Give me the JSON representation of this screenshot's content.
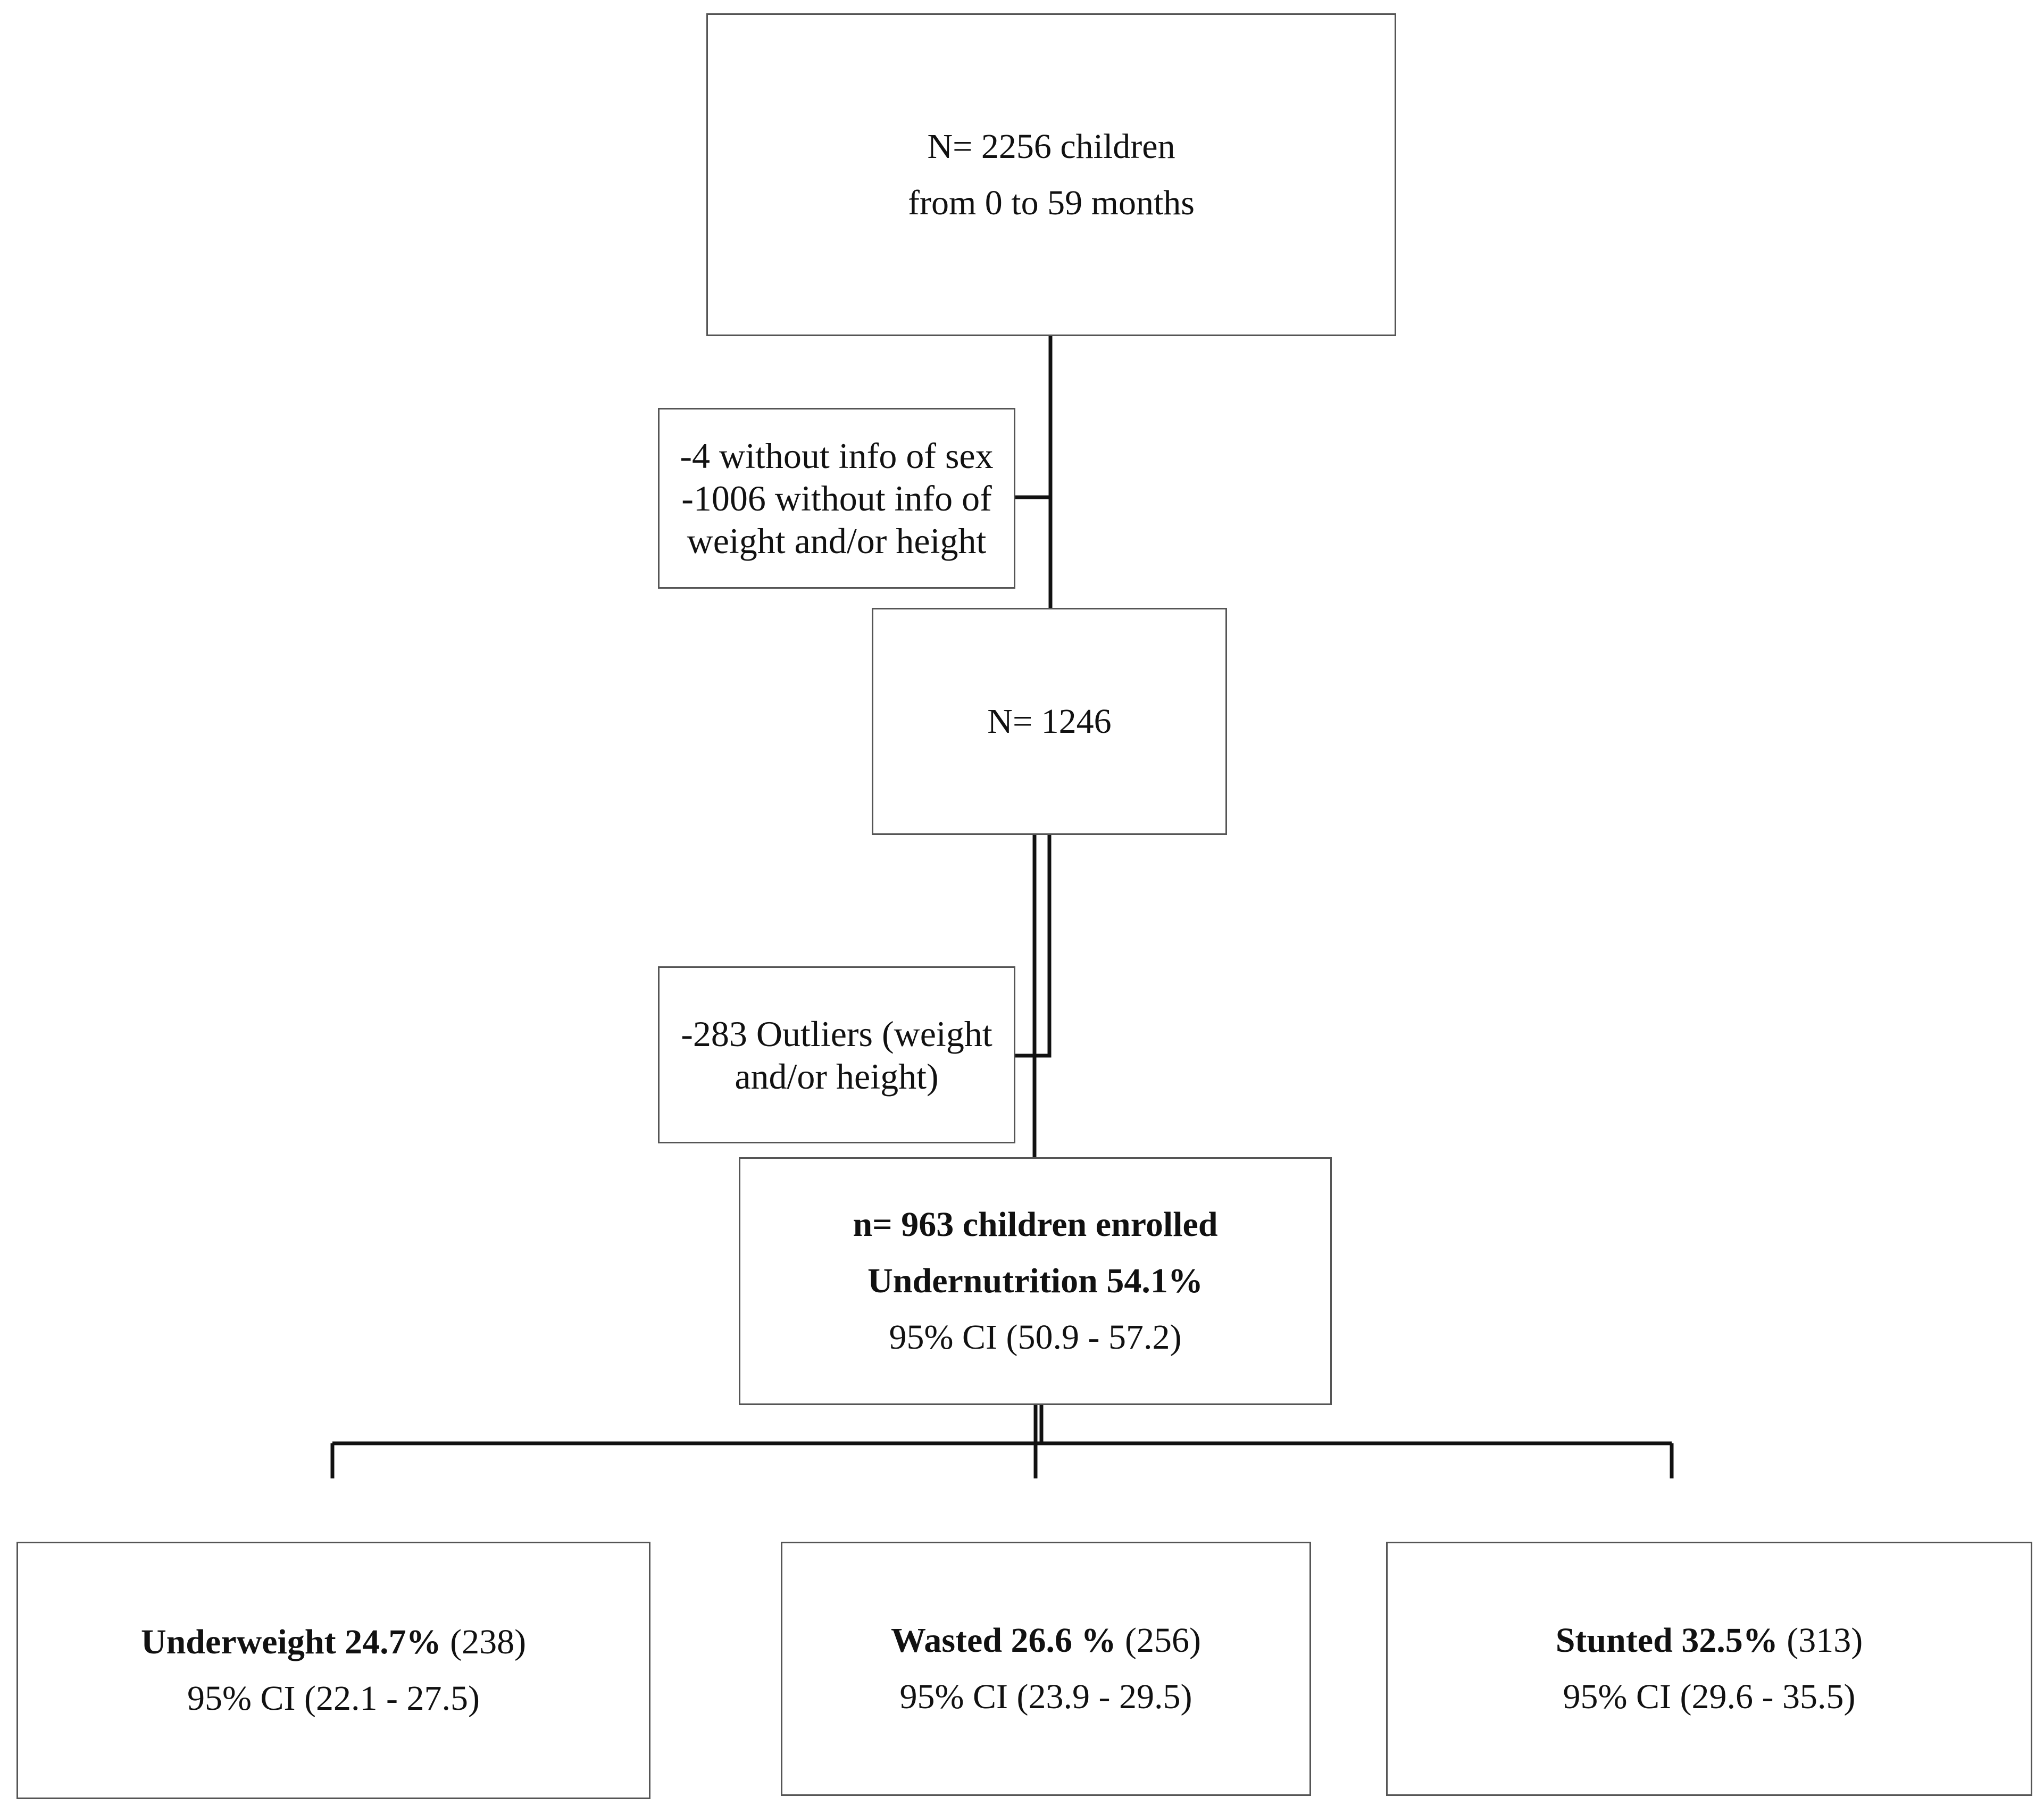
{
  "flowchart": {
    "total": {
      "line1": "N= 2256 children",
      "line2": "from 0 to 59 months"
    },
    "exclusion1": {
      "line1": "-4 without info of sex",
      "line2": "-1006 without info of",
      "line3": "weight and/or height"
    },
    "after_exclusion1": {
      "line1": "N= 1246"
    },
    "exclusion2": {
      "line1": "-283 Outliers (weight",
      "line2": "and/or height)"
    },
    "enrolled": {
      "line1": "n= 963 children enrolled",
      "line2": "Undernutrition 54.1%",
      "line3": "95% CI (50.9 - 57.2)"
    },
    "underweight": {
      "label": "Underweight 24.7%",
      "count": "(238)",
      "ci": "95% CI (22.1 - 27.5)"
    },
    "wasted": {
      "label": "Wasted 26.6 %",
      "count": "(256)",
      "ci": "95% CI (23.9 - 29.5)"
    },
    "stunted": {
      "label": "Stunted 32.5%",
      "count": "(313)",
      "ci": "95% CI (29.6 - 35.5)"
    }
  },
  "colors": {
    "line": "#111111",
    "border": "#555555",
    "text": "#111111"
  }
}
